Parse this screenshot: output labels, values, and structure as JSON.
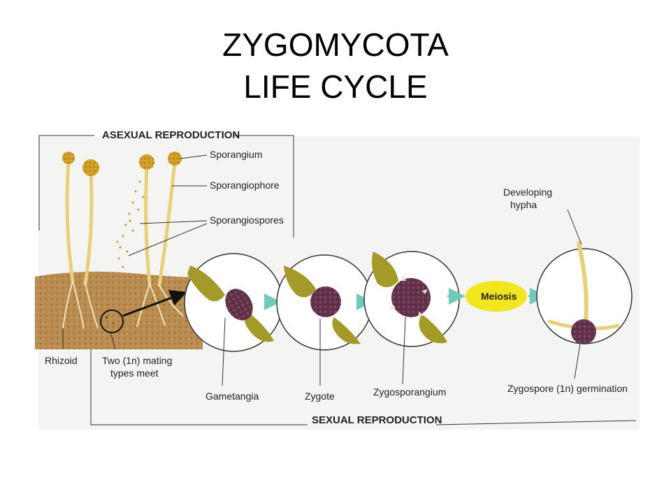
{
  "title": {
    "line1": "ZYGOMYCOTA",
    "line2": "LIFE CYCLE"
  },
  "sections": {
    "asexual": "ASEXUAL REPRODUCTION",
    "sexual": "SEXUAL REPRODUCTION"
  },
  "labels": {
    "sporangium": "Sporangium",
    "sporangiophore": "Sporangiophore",
    "sporangiospores": "Sporangiospores",
    "rhizoid": "Rhizoid",
    "mating_line1": "Two (1n) mating",
    "mating_line2": "types meet",
    "gametangia": "Gametangia",
    "zygote": "Zygote",
    "zygosporangium": "Zygosporangium",
    "meiosis": "Meiosis",
    "hypha_line1": "Developing",
    "hypha_line2": "hypha",
    "germination": "Zygospore (1n) germination"
  },
  "colors": {
    "spore": "#d4a22b",
    "stalk": "#e8cf7a",
    "soil": "#b98d52",
    "gametangium": "#a49a2a",
    "zygote": "#5d3046",
    "meiosis": "#f2e620",
    "arrow": "#6fcbb8"
  }
}
